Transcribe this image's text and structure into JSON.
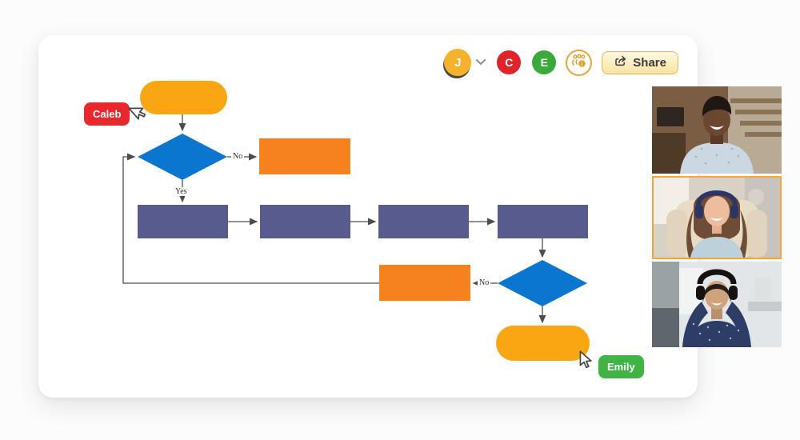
{
  "colors": {
    "terminal": "#FAA613",
    "process": "#575B8D",
    "decision": "#0B76D0",
    "io": "#F5821F",
    "connector": "#4d4d4d",
    "caleb": "#E9282D",
    "emily": "#3FB445",
    "avatar_j": "#F5B32B",
    "active_tile_border": "#F2A63B",
    "share_border": "#E5B94E",
    "group_icon_gold": "#DF9D27"
  },
  "toolbar": {
    "user_initial": "J",
    "collaborators": [
      {
        "initial": "C",
        "color": "#E02328"
      },
      {
        "initial": "E",
        "color": "#3BAA3B"
      }
    ],
    "share_label": "Share"
  },
  "flowchart": {
    "nodes": [
      {
        "id": "start",
        "shape": "terminal",
        "fill": "terminal"
      },
      {
        "id": "decision-1",
        "shape": "decision",
        "fill": "decision"
      },
      {
        "id": "result-no-1",
        "shape": "rectangle",
        "fill": "io"
      },
      {
        "id": "step-1",
        "shape": "rectangle",
        "fill": "process"
      },
      {
        "id": "step-2",
        "shape": "rectangle",
        "fill": "process"
      },
      {
        "id": "step-3",
        "shape": "rectangle",
        "fill": "process"
      },
      {
        "id": "step-4",
        "shape": "rectangle",
        "fill": "process"
      },
      {
        "id": "decision-2",
        "shape": "decision",
        "fill": "decision"
      },
      {
        "id": "result-no-2",
        "shape": "rectangle",
        "fill": "io"
      },
      {
        "id": "end",
        "shape": "terminal",
        "fill": "terminal"
      }
    ],
    "edges": [
      {
        "from": "start",
        "to": "decision-1"
      },
      {
        "from": "decision-1",
        "to": "result-no-1",
        "label": "No"
      },
      {
        "from": "decision-1",
        "to": "step-1",
        "label": "Yes"
      },
      {
        "from": "step-1",
        "to": "step-2"
      },
      {
        "from": "step-2",
        "to": "step-3"
      },
      {
        "from": "step-3",
        "to": "step-4"
      },
      {
        "from": "step-4",
        "to": "decision-2"
      },
      {
        "from": "decision-2",
        "to": "result-no-2",
        "label": "No"
      },
      {
        "from": "decision-2",
        "to": "end"
      },
      {
        "from": "result-no-2",
        "to": "decision-1"
      }
    ]
  },
  "cursors": {
    "caleb": {
      "name": "Caleb"
    },
    "emily": {
      "name": "Emily"
    }
  },
  "video_call": {
    "participants": [
      {
        "description": "man smiling in light patterned shirt",
        "active": false
      },
      {
        "description": "woman with headphones in light top",
        "active": true
      },
      {
        "description": "woman with headset in polka-dot shirt",
        "active": false
      }
    ]
  }
}
